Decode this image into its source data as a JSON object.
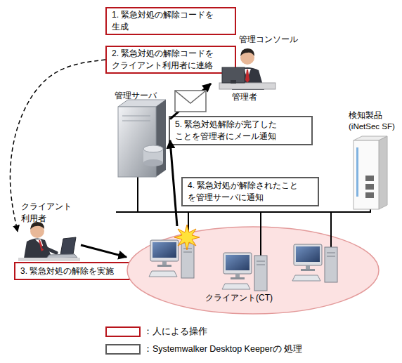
{
  "diagram": {
    "nodes": [
      {
        "text": [
          "1. 緊急対処の解除コードを 生成"
        ]
      },
      {
        "text": [
          "2. 緊急対処の解除コードを クライアント利用者に連絡"
        ]
      },
      {
        "text": [
          "管理コンソール",
          "管理者"
        ]
      },
      {
        "text": [
          "管理サーバ"
        ]
      },
      {
        "text": [
          "5. 緊急対処解除が完了した ことを管理者にメール通知"
        ]
      },
      {
        "text": [
          "検知製品 (iNetSec SF)"
        ]
      },
      {
        "text": [
          "4. 緊急対処が解除されたこと を管理サーバに通知"
        ]
      },
      {
        "text": [
          "クライアント 利用者"
        ]
      },
      {
        "text": [
          "3. 緊急対処の解除を実施"
        ]
      },
      {
        "text": [
          "クライアント(CT)"
        ]
      }
    ],
    "edges": [
      {
        "from": 1,
        "to": 7,
        "arrow": "to"
      },
      {
        "from": 7,
        "to": 9,
        "arrow": "to"
      },
      {
        "from": 9,
        "to": 3,
        "arrow": "to"
      },
      {
        "from": 3,
        "to": 2,
        "arrow": "to"
      }
    ],
    "legend": [
      {
        "text": "：人による操作"
      },
      {
        "text": "：Systemwalker Desktop Keeperの 処理"
      }
    ]
  }
}
